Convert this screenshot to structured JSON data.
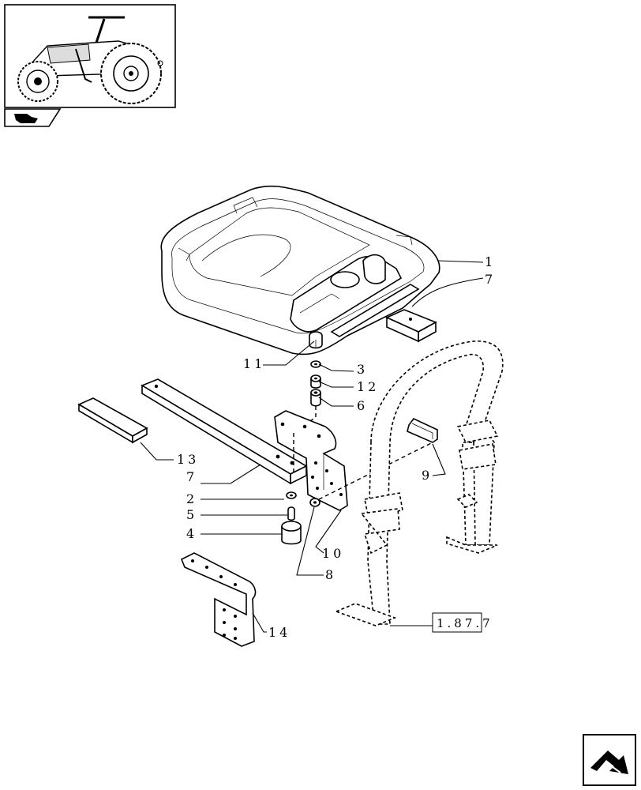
{
  "callouts": {
    "c1": "1",
    "c7a": "7",
    "c11": "11",
    "c3": "3",
    "c12": "12",
    "c6": "6",
    "c13": "13",
    "c7b": "7",
    "c2": "2",
    "c5": "5",
    "c4": "4",
    "c9": "9",
    "c10": "10",
    "c8": "8",
    "c14": "14"
  },
  "reference": "1.87.7",
  "icons": {
    "thumbnail": "tractor-thumbnail-icon",
    "section": "section-arrow-icon",
    "navigation": "next-page-arrow-icon"
  },
  "colors": {
    "line": "#000000",
    "background": "#ffffff"
  }
}
